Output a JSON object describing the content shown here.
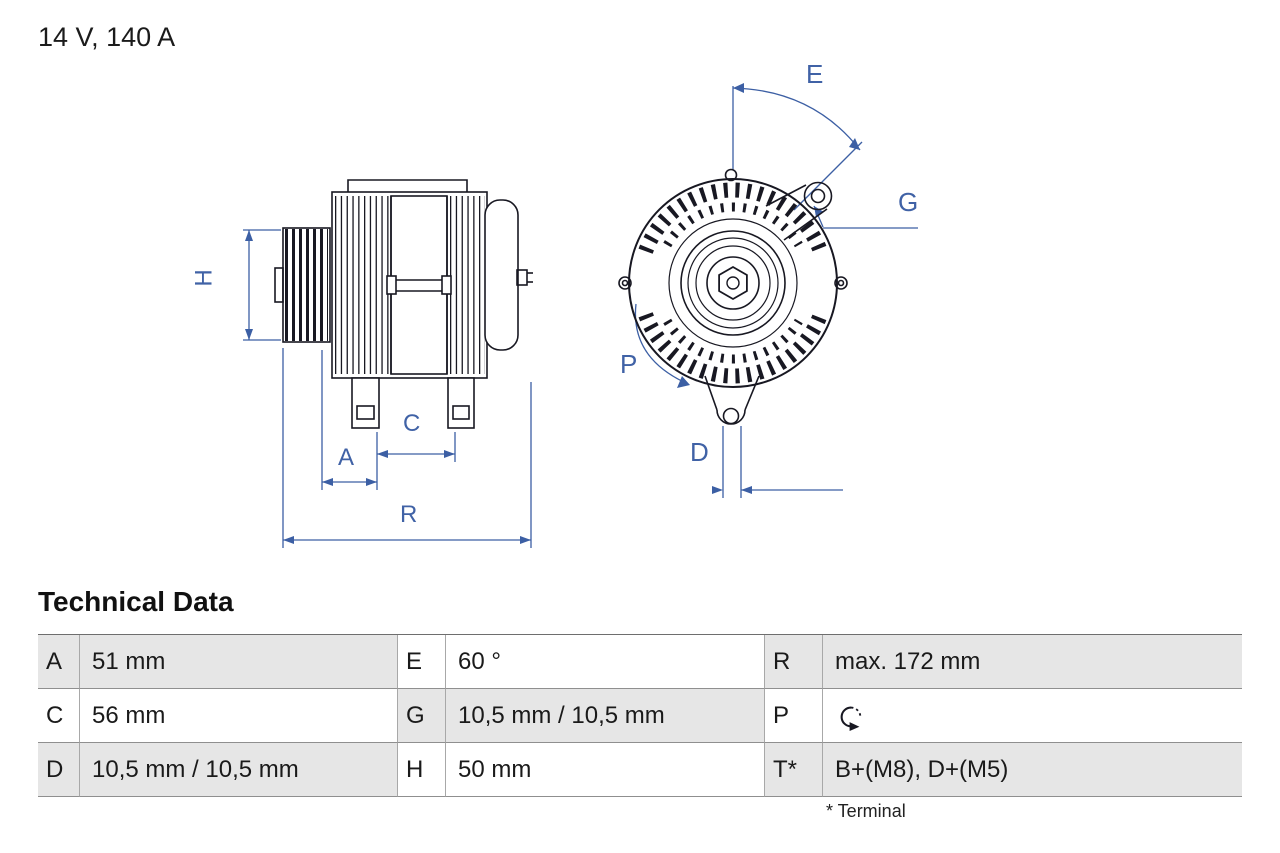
{
  "header": {
    "title": "14 V, 140 A"
  },
  "diagram": {
    "labels": {
      "H": "H",
      "A": "A",
      "C": "C",
      "R": "R",
      "E": "E",
      "G": "G",
      "P": "P",
      "D": "D"
    }
  },
  "table": {
    "title": "Technical Data",
    "footnote": "* Terminal",
    "rows": [
      [
        {
          "key": "A",
          "value": "51 mm"
        },
        {
          "key": "E",
          "value": "60 °"
        },
        {
          "key": "R",
          "value": "max. 172 mm"
        }
      ],
      [
        {
          "key": "C",
          "value": "56 mm"
        },
        {
          "key": "G",
          "value": "10,5 mm / 10,5 mm"
        },
        {
          "key": "P",
          "value": "",
          "icon": "rotation-direction-icon"
        }
      ],
      [
        {
          "key": "D",
          "value": "10,5 mm / 10,5 mm"
        },
        {
          "key": "H",
          "value": "50 mm"
        },
        {
          "key": "T*",
          "value": "B+(M8), D+(M5)"
        }
      ]
    ]
  },
  "colors": {
    "dimension_blue": "#3c5fa4",
    "drawing_ink": "#181822",
    "cell_gray": "#e6e6e6"
  }
}
